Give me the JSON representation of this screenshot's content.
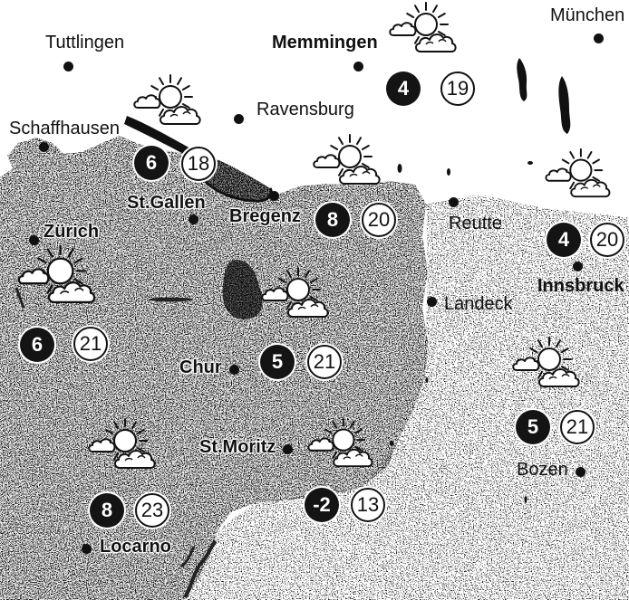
{
  "map": {
    "cities": {
      "tuttlingen": "Tuttlingen",
      "memmingen": "Memmingen",
      "muenchen": "München",
      "ravensburg": "Ravensburg",
      "schaffhausen": "Schaffhausen",
      "st_gallen": "St.Gallen",
      "bregenz": "Bregenz",
      "reutte": "Reutte",
      "zuerich": "Zürich",
      "innsbruck": "Innsbruck",
      "landeck": "Landeck",
      "chur": "Chur",
      "st_moritz": "St.Moritz",
      "bozen": "Bozen",
      "locarno": "Locarno"
    },
    "forecasts": [
      {
        "icon": "sun-behind-cloud-icon",
        "min_temp": "4",
        "max_temp": "19"
      },
      {
        "icon": "sun-behind-cloud-icon",
        "min_temp": "6",
        "max_temp": "18"
      },
      {
        "icon": "sun-behind-cloud-icon",
        "min_temp": "8",
        "max_temp": "20"
      },
      {
        "icon": "sun-behind-cloud-icon",
        "min_temp": "4",
        "max_temp": "20"
      },
      {
        "icon": "sun-behind-cloud-icon",
        "min_temp": "6",
        "max_temp": "21"
      },
      {
        "icon": "sun-behind-cloud-icon",
        "min_temp": "5",
        "max_temp": "21"
      },
      {
        "icon": "sun-behind-cloud-icon",
        "min_temp": "5",
        "max_temp": "21"
      },
      {
        "icon": "sun-behind-cloud-icon",
        "min_temp": "8",
        "max_temp": "23"
      },
      {
        "icon": "sun-behind-cloud-icon",
        "min_temp": "-2",
        "max_temp": "13"
      }
    ]
  },
  "colors": {
    "ink": "#111111",
    "paper": "#ffffff",
    "land_shading": "#ececec",
    "lake_shading": "#9a9a9a"
  }
}
